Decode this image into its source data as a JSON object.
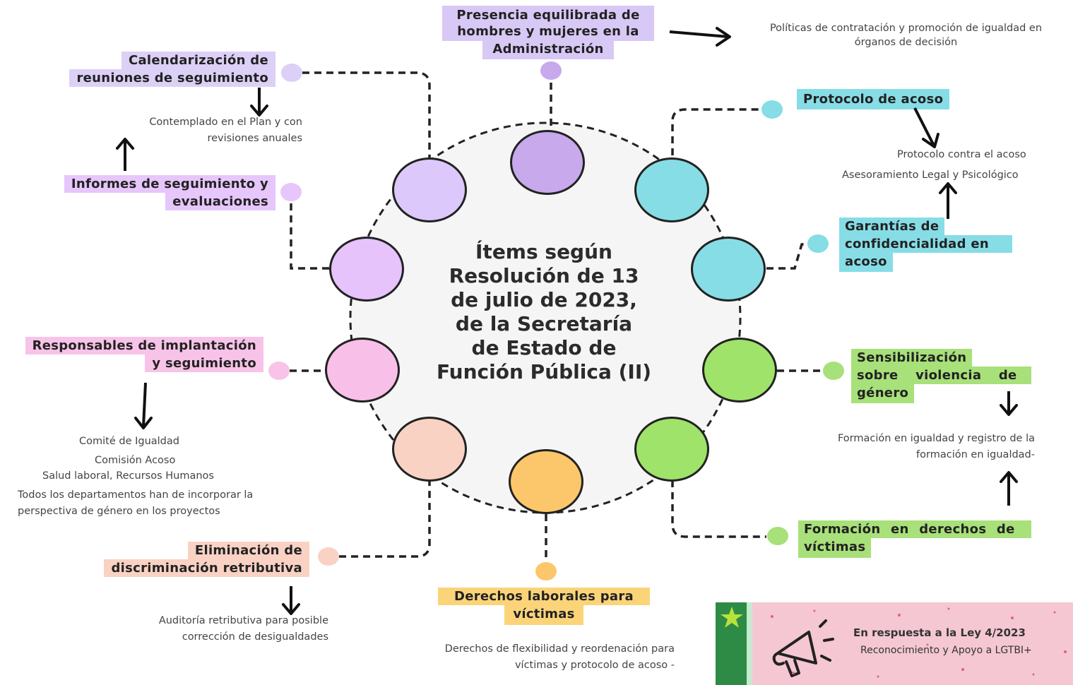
{
  "center": {
    "title_lines": [
      "Ítems según",
      "Resolución de 13",
      "de julio de 2023,",
      "de la Secretaría",
      "de Estado de",
      "Función Pública (II)"
    ]
  },
  "items": {
    "presencia": {
      "lines": [
        "Presencia equilibrada de",
        "hombres y mujeres en la",
        "Administración"
      ],
      "color": "#d8c8f5"
    },
    "calendarizacion": {
      "lines": [
        "Calendarización de",
        "reuniones de seguimiento"
      ],
      "color": "#dcd0f7"
    },
    "informes": {
      "lines": [
        "Informes de seguimiento y",
        "evaluaciones"
      ],
      "color": "#e6c6fb"
    },
    "responsables": {
      "lines": [
        "Responsables de implantación",
        "y seguimiento"
      ],
      "color": "#f8c3e8"
    },
    "eliminacion": {
      "lines": [
        "Eliminación de",
        "discriminación retributiva"
      ],
      "color": "#f9d2c4"
    },
    "derechos_laborales": {
      "lines": [
        "Derechos laborales para",
        "víctimas"
      ],
      "color": "#fbd479"
    },
    "formacion_derechos": {
      "lines": [
        "Formación en derechos de",
        "víctimas"
      ],
      "color": "#a8e07a"
    },
    "sensibilizacion": {
      "lines": [
        "Sensibilización",
        "sobre violencia de",
        "género"
      ],
      "color": "#a8e07a"
    },
    "garantias": {
      "lines": [
        "Garantías de",
        "confidencialidad en",
        "acoso"
      ],
      "color": "#86dde6"
    },
    "protocolo": {
      "lines": [
        "Protocolo de acoso"
      ],
      "color": "#86dde6"
    }
  },
  "notes": {
    "politicas": [
      "Políticas de contratación y promoción de igualdad en",
      "órganos de decisión"
    ],
    "contemplado": [
      "Contemplado  en el Plan y con",
      "revisiones anuales"
    ],
    "protocolo_contra": "Protocolo contra el acoso",
    "asesoramiento": "Asesoramiento Legal y Psicológico",
    "comite": "Comité de Igualdad",
    "comision": "Comisión Acoso",
    "salud": "Salud laboral, Recursos Humanos",
    "todos": [
      "Todos los departamentos  han de incorporar la",
      "perspectiva de género en los proyectos"
    ],
    "auditoria": [
      "Auditoría retributiva para posible",
      "corrección de desigualdades"
    ],
    "flexibilidad": [
      "Derechos de flexibilidad y reordenación para",
      "víctimas y protocolo de acoso -"
    ],
    "formacion_igualdad": [
      "Formación en igualdad y registro de la",
      "formación en igualdad-"
    ]
  },
  "banner": {
    "line1": "En respuesta a la Ley 4/2023",
    "line2": "Reconocimiento y Apoyo a LGTBI+",
    "icon": "megaphone-icon",
    "accent": "#2e8b45",
    "background": "#f4c7d3"
  },
  "colors": {
    "center_fill": "#f5f5f5",
    "lavender": "#c7a9ec",
    "lilac": "#dcc8fb",
    "violet": "#e6c3fb",
    "pink": "#f8c0e8",
    "peach": "#f9d2c4",
    "yellow": "#fbc76a",
    "green": "#9fe36a",
    "cyan": "#86dde6"
  }
}
